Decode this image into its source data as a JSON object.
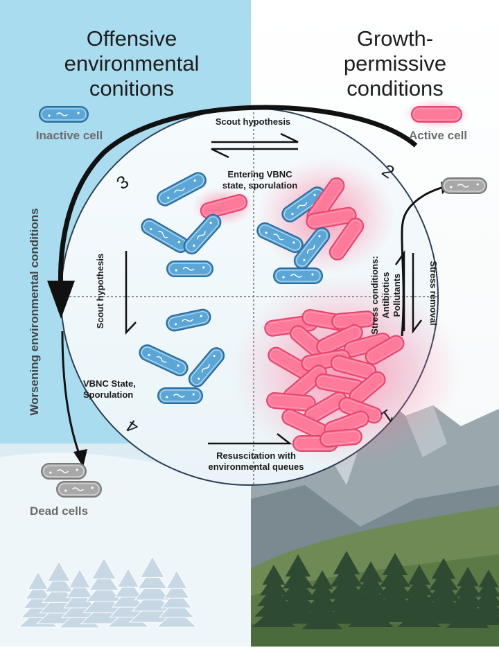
{
  "left_panel": {
    "title": "Offensive\nenvironmental\nconitions",
    "legend_inactive": "Inactive cell",
    "legend_dead": "Dead cells",
    "side_label": "Worsening environmental conditions"
  },
  "right_panel": {
    "title": "Growth-\npermissive\nconditions",
    "legend_active": "Active cell"
  },
  "circle": {
    "quadrant_numbers": [
      "1",
      "2",
      "3",
      "4"
    ],
    "top_label": "Scout hypothesis",
    "top_sub_label": "Entering VBNC\nstate, sporulation",
    "left_vertical_label": "Scout hypothesis",
    "vbnc_label": "VBNC State,\nSporulation",
    "bottom_label": "Resuscitation with\nenvironmental queues",
    "stress_label": "Stress conditions:\nAntibiotics\nPollutants",
    "stress_removal_label": "Stress removal"
  },
  "colors": {
    "left_bg": "#a9dcee",
    "inactive_fill": "#5aa6d6",
    "inactive_stroke": "#2a6c9c",
    "active_fill": "#ff7a9a",
    "active_glow": "#ff3a6c",
    "dead_fill": "#a8a8a8",
    "arrow": "#111111"
  }
}
